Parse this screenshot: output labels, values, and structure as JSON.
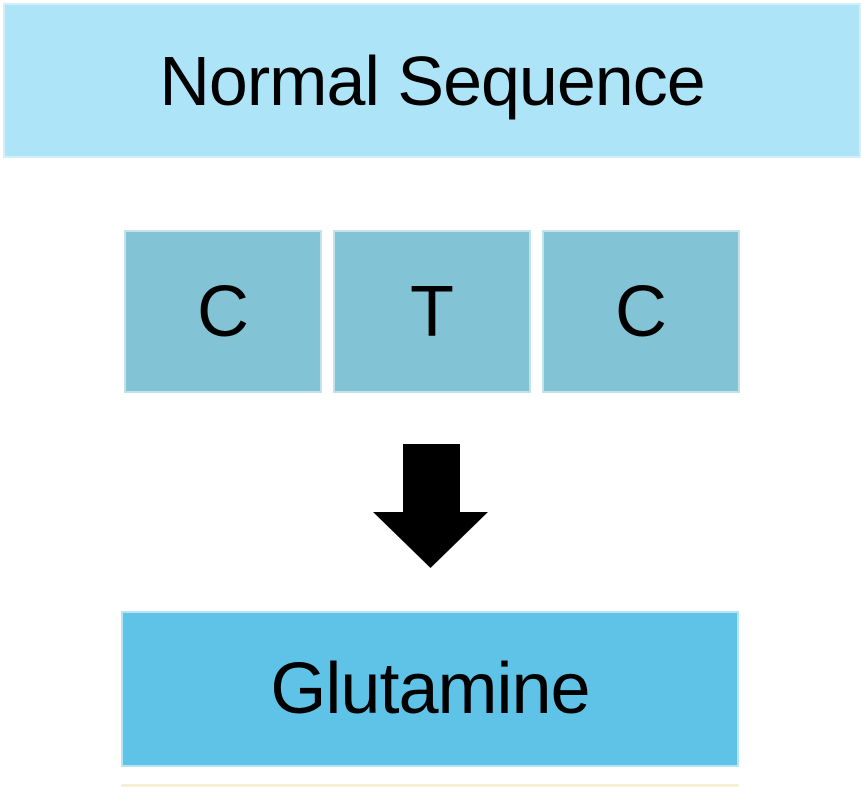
{
  "diagram": {
    "title": "Normal Sequence",
    "codon": {
      "bases": [
        "C",
        "T",
        "C"
      ]
    },
    "arrow_icon": "down-arrow",
    "result": "Glutamine"
  },
  "colors": {
    "header_bg": "#ade4f7",
    "base_box_bg": "#83c3d6",
    "result_bg": "#5fc3e8",
    "arrow": "#000000",
    "text": "#000000",
    "cropped_edge": "#f7eed6"
  }
}
